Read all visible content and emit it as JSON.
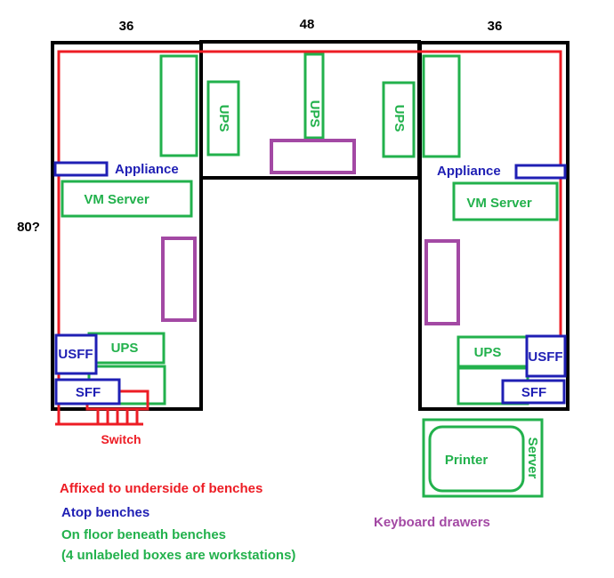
{
  "dimensions": {
    "left_width": "36",
    "middle_width": "48",
    "right_width": "36",
    "depth": "80?"
  },
  "labels": {
    "appliance": "Appliance",
    "vm_server": "VM Server",
    "ups": "UPS",
    "usff": "USFF",
    "sff": "SFF",
    "switch": "Switch",
    "printer": "Printer",
    "server": "Server"
  },
  "legend": {
    "red": "Affixed to underside of benches",
    "blue": "Atop benches",
    "green": "On floor beneath benches",
    "green_note": "(4 unlabeled boxes are workstations)",
    "purple": "Keyboard drawers"
  },
  "colors": {
    "bench": "#000000",
    "red": "#ed1c24",
    "blue": "#1f1fb4",
    "green": "#22b14c",
    "purple": "#a349a4"
  }
}
